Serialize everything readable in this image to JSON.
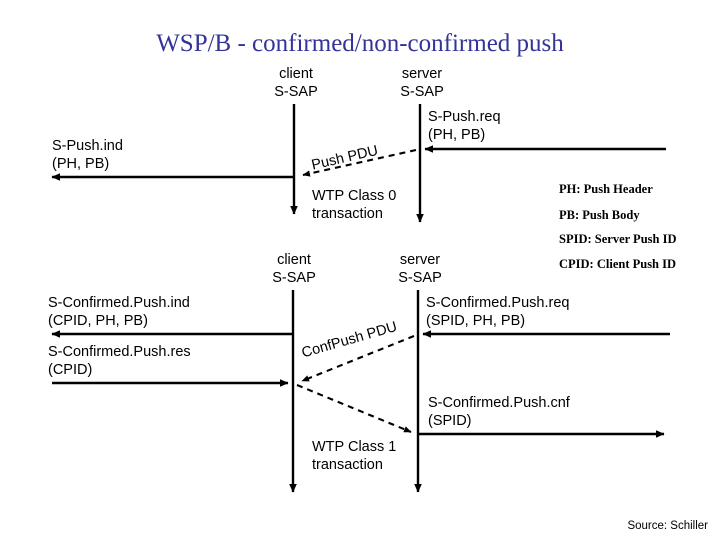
{
  "slide": {
    "title": "WSP/B - confirmed/non-confirmed push",
    "source": "Source: Schiller"
  },
  "diagram_top": {
    "client_header_line1": "client",
    "client_header_line2": "S-SAP",
    "server_header_line1": "server",
    "server_header_line2": "S-SAP",
    "server_req_line1": "S-Push.req",
    "server_req_line2": "(PH, PB)",
    "client_ind_line1": "S-Push.ind",
    "client_ind_line2": "(PH, PB)",
    "pdu_label": "Push PDU",
    "transaction_line1": "WTP Class 0",
    "transaction_line2": "transaction"
  },
  "diagram_bottom": {
    "client_header_line1": "client",
    "client_header_line2": "S-SAP",
    "server_header_line1": "server",
    "server_header_line2": "S-SAP",
    "server_req_line1": "S-Confirmed.Push.req",
    "server_req_line2": "(SPID, PH, PB)",
    "client_ind_line1": "S-Confirmed.Push.ind",
    "client_ind_line2": "(CPID, PH, PB)",
    "client_res_line1": "S-Confirmed.Push.res",
    "client_res_line2": "(CPID)",
    "server_cnf_line1": "S-Confirmed.Push.cnf",
    "server_cnf_line2": "(SPID)",
    "pdu_label": "ConfPush PDU",
    "transaction_line1": "WTP Class 1",
    "transaction_line2": "transaction"
  },
  "legend": {
    "items": [
      "PH: Push Header",
      "PB: Push Body",
      "SPID: Server Push ID",
      "CPID: Client Push ID"
    ]
  },
  "colors": {
    "title": "#33339a",
    "ink": "#000000",
    "background": "#ffffff"
  }
}
